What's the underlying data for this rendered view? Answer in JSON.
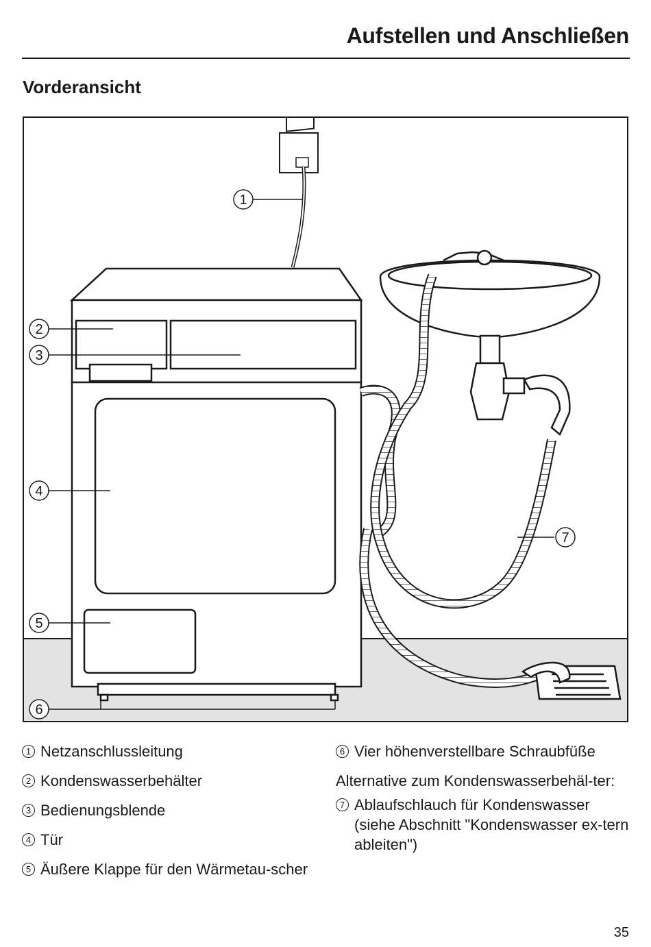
{
  "header": {
    "title": "Aufstellen und Anschließen"
  },
  "section": {
    "title": "Vorderansicht"
  },
  "figure": {
    "callouts": [
      "1",
      "2",
      "3",
      "4",
      "5",
      "6",
      "7"
    ]
  },
  "legend": {
    "left": [
      {
        "num": "1",
        "text": "Netzanschlussleitung"
      },
      {
        "num": "2",
        "text": "Kondenswasserbehälter"
      },
      {
        "num": "3",
        "text": "Bedienungsblende"
      },
      {
        "num": "4",
        "text": "Tür"
      },
      {
        "num": "5",
        "text": "Äußere Klappe für den Wärmetau-scher"
      }
    ],
    "right_top": {
      "num": "6",
      "text": "Vier höhenverstellbare Schraubfüße"
    },
    "alternative_note": "Alternative zum Kondenswasserbehäl-ter:",
    "right_bottom": {
      "num": "7",
      "text": "Ablaufschlauch für Kondenswasser (siehe Abschnitt \"Kondenswasser ex-tern ableiten\")"
    }
  },
  "page": {
    "number": "35"
  }
}
